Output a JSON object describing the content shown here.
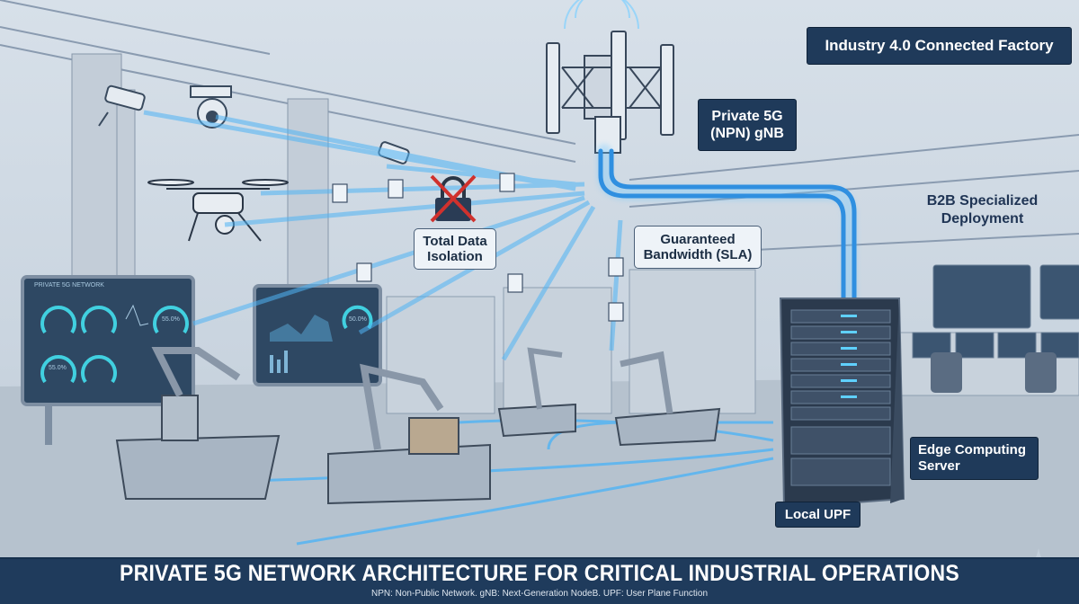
{
  "header": {
    "title": "Industry 4.0 Connected Factory"
  },
  "labels": {
    "gnb": [
      "Private 5G",
      "(NPN) gNB"
    ],
    "isolation": [
      "Total Data",
      "Isolation"
    ],
    "bandwidth": [
      "Guaranteed",
      "Bandwidth (SLA)"
    ],
    "b2b": [
      "B2B Specialized",
      "Deployment"
    ],
    "edge": [
      "Edge Computing",
      "Server"
    ],
    "upf": "Local UPF"
  },
  "dashboards": {
    "left_title": "PRIVATE 5G NETWORK",
    "left_gauge_1": "55.0%",
    "left_gauge_2": "55.0%",
    "mid_gauge": "50.0%"
  },
  "footer": {
    "title": "PRIVATE 5G NETWORK ARCHITECTURE FOR CRITICAL INDUSTRIAL OPERATIONS",
    "note": "NPN: Non-Public Network. gNB: Next-Generation NodeB. UPF: User Plane Function"
  },
  "colors": {
    "navy": "#1f3b5c",
    "signal": "#3aa8f0",
    "background": "#cfd9e3",
    "alert": "#d0312d"
  },
  "icons": [
    "cctv-camera-icon",
    "dome-camera-icon",
    "drone-icon",
    "lock-icon",
    "document-icon",
    "cell-tower-icon",
    "server-rack-icon",
    "robot-arm-icon",
    "sparkle-icon"
  ]
}
